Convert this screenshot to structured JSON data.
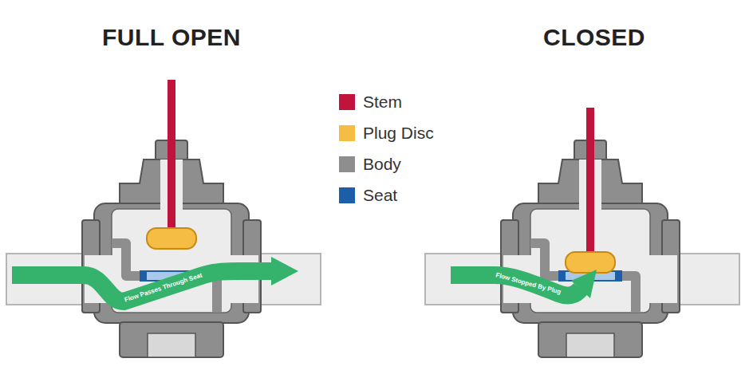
{
  "diagram": {
    "labels": [
      "FULL OPEN",
      "CLOSED",
      "Flow Passes Through Seat",
      "Flow Stopped By Plug"
    ],
    "legend": [
      {
        "text": "Stem",
        "color": "#c0143c"
      },
      {
        "text": "Plug Disc",
        "color": "#f6bd45"
      },
      {
        "text": "Body",
        "color": "#8e8e8e"
      },
      {
        "text": "Seat",
        "color": "#1c5fa8"
      }
    ]
  }
}
